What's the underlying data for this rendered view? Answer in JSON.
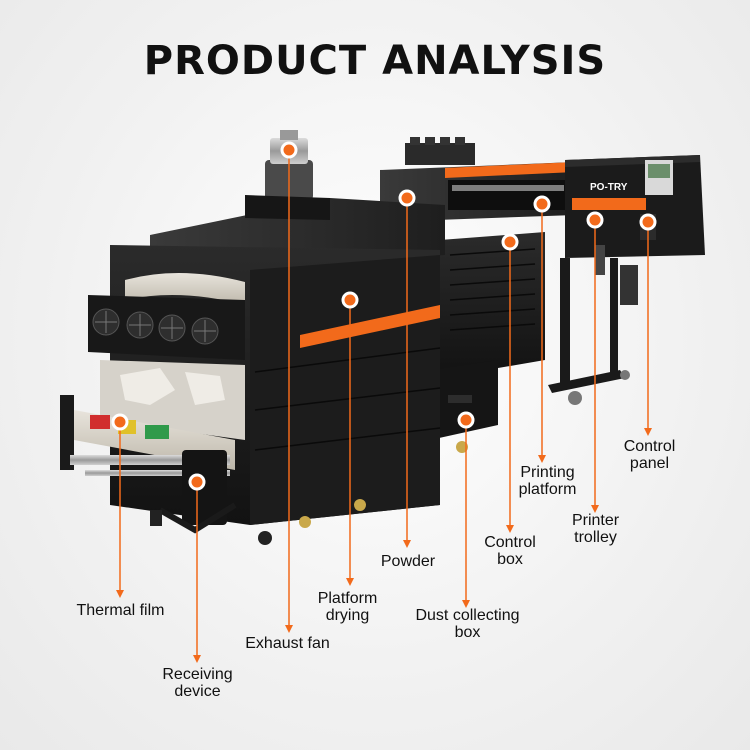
{
  "title": "PRODUCT ANALYSIS",
  "brand_logo_text": "PO-TRY",
  "colors": {
    "accent": "#f26a1b",
    "machine_body": "#1a1a1a",
    "text": "#111111",
    "background": "#f2f2f2"
  },
  "labels": {
    "thermal_film": [
      "Thermal film"
    ],
    "receiving_device": [
      "Receiving",
      "device"
    ],
    "exhaust_fan": [
      "Exhaust fan"
    ],
    "platform_drying": [
      "Platform",
      "drying"
    ],
    "powder": [
      "Powder"
    ],
    "dust_collecting_box": [
      "Dust collecting",
      "box"
    ],
    "control_box": [
      "Control",
      "box"
    ],
    "printing_platform": [
      "Printing",
      "platform"
    ],
    "printer_trolley": [
      "Printer",
      "trolley"
    ],
    "control_panel": [
      "Control",
      "panel"
    ]
  }
}
